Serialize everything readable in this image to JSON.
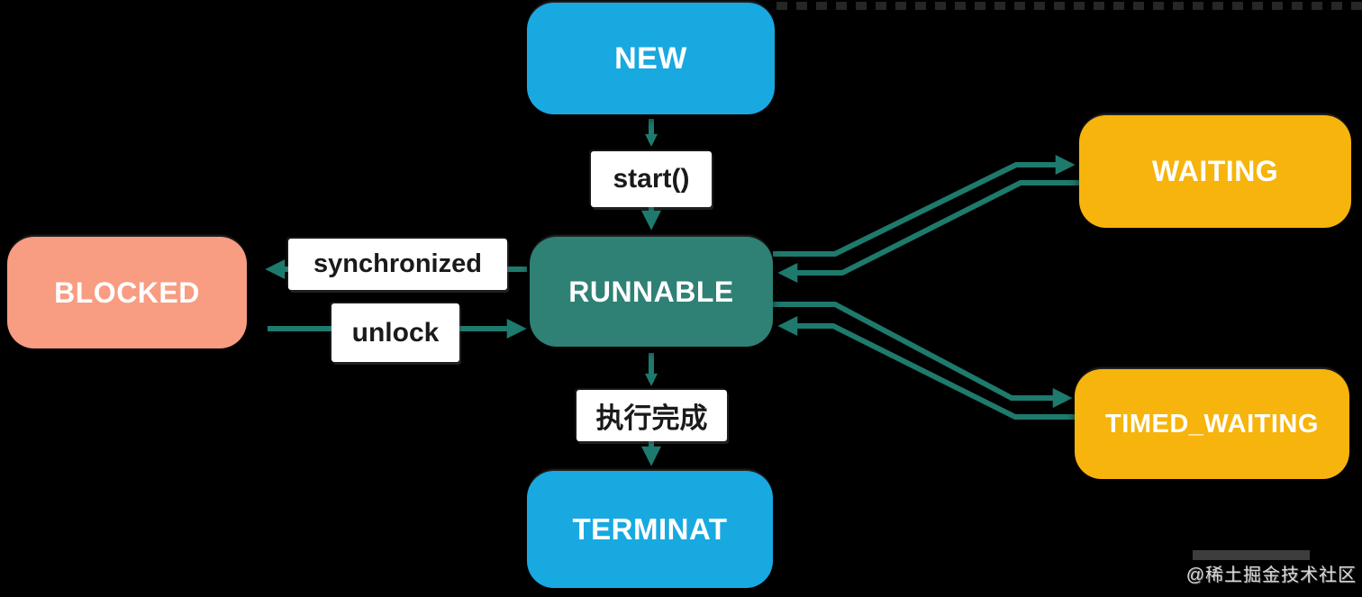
{
  "diagram": {
    "background": "#000000",
    "arrow_color": "#1E7A6D",
    "colors": {
      "cyan": "#18A9E1",
      "teal": "#2E8174",
      "salmon": "#F89C82",
      "gold": "#F6B40C",
      "chip_bg": "#FFFFFF",
      "chip_text": "#1A1A1A"
    },
    "nodes": {
      "new": {
        "label": "NEW",
        "color": "#18A9E1"
      },
      "blocked": {
        "label": "BLOCKED",
        "color": "#F89C82"
      },
      "runnable": {
        "label": "RUNNABLE",
        "color": "#2E8174"
      },
      "waiting": {
        "label": "WAITING",
        "color": "#F6B40C"
      },
      "timed_waiting": {
        "label": "TIMED_WAITING",
        "color": "#F6B40C"
      },
      "terminated": {
        "label": "TERMINAT",
        "color": "#18A9E1"
      }
    },
    "edge_labels": {
      "start": "start()",
      "synchronized": "synchronized",
      "unlock": "unlock",
      "finish": "执行完成"
    },
    "edges": [
      {
        "from": "NEW",
        "to": "RUNNABLE",
        "label": "start()"
      },
      {
        "from": "RUNNABLE",
        "to": "BLOCKED",
        "label": "synchronized"
      },
      {
        "from": "BLOCKED",
        "to": "RUNNABLE",
        "label": "unlock"
      },
      {
        "from": "RUNNABLE",
        "to": "WAITING",
        "label": ""
      },
      {
        "from": "WAITING",
        "to": "RUNNABLE",
        "label": ""
      },
      {
        "from": "RUNNABLE",
        "to": "TIMED_WAITING",
        "label": ""
      },
      {
        "from": "TIMED_WAITING",
        "to": "RUNNABLE",
        "label": ""
      },
      {
        "from": "RUNNABLE",
        "to": "TERMINAT",
        "label": "执行完成"
      }
    ],
    "watermark": "@稀土掘金技术社区"
  }
}
